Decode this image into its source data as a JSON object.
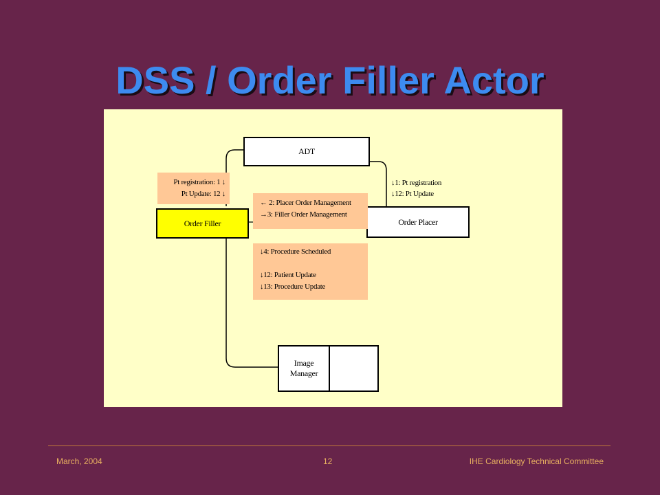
{
  "title": "DSS / Order Filler Actor",
  "diagram": {
    "actors": {
      "adt": "ADT",
      "order_filler": "Order Filler",
      "order_placer": "Order Placer",
      "image_manager": "Image Manager"
    },
    "left_note": [
      "Pt registration: 1 ↓",
      "Pt Update: 12 ↓"
    ],
    "right_note": [
      "↓1: Pt registration",
      "↓12: Pt Update"
    ],
    "middle_note": [
      "← 2: Placer Order Management",
      "→3: Filler Order Management"
    ],
    "lower_note": [
      "↓4: Procedure Scheduled",
      "↓12: Patient Update",
      "↓13: Procedure Update"
    ],
    "colors": {
      "panel": "#ffffc8",
      "note": "#ffc896",
      "order_filler": "#ffff00"
    }
  },
  "footer": {
    "date": "March, 2004",
    "page": "12",
    "committee": "IHE Cardiology Technical Committee"
  }
}
